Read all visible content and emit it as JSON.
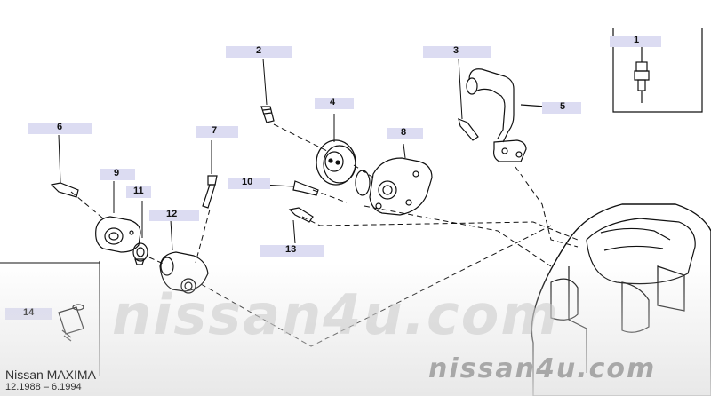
{
  "callouts": [
    {
      "id": "c1",
      "label": "1"
    },
    {
      "id": "c2",
      "label": "2"
    },
    {
      "id": "c3",
      "label": "3"
    },
    {
      "id": "c4",
      "label": "4"
    },
    {
      "id": "c5",
      "label": "5"
    },
    {
      "id": "c6",
      "label": "6"
    },
    {
      "id": "c7",
      "label": "7"
    },
    {
      "id": "c8",
      "label": "8"
    },
    {
      "id": "c9",
      "label": "9"
    },
    {
      "id": "c10",
      "label": "10"
    },
    {
      "id": "c11",
      "label": "11"
    },
    {
      "id": "c12",
      "label": "12"
    },
    {
      "id": "c13",
      "label": "13"
    },
    {
      "id": "c14",
      "label": "14"
    }
  ],
  "footer": {
    "model": "Nissan  MAXIMA",
    "dates": "12.1988  –  6.1994"
  },
  "watermark": {
    "center": "nissan4u.com",
    "corner": "nissan4u.com"
  },
  "colors": {
    "callout_bg": "#dcdcf2",
    "line": "#111111"
  }
}
